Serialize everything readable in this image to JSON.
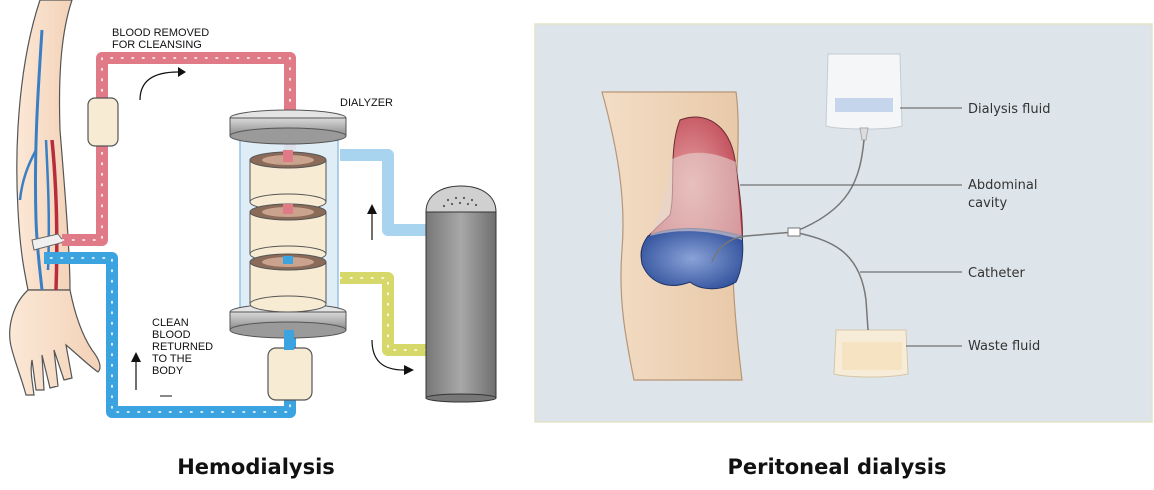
{
  "hemodialysis": {
    "caption": "Hemodialysis",
    "blood_removed_label": [
      "BLOOD REMOVED",
      "FOR CLEANSING"
    ],
    "dialyzer_label": "DIALYZER",
    "clean_blood_label": [
      "CLEAN",
      "BLOOD",
      "RETURNED",
      "TO THE",
      "BODY"
    ]
  },
  "peritoneal": {
    "caption": "Peritoneal dialysis",
    "labels": {
      "dialysis_fluid": "Dialysis fluid",
      "abdominal_cavity": [
        "Abdominal",
        "cavity"
      ],
      "catheter": "Catheter",
      "waste_fluid": "Waste fluid"
    }
  },
  "colors": {
    "blood_removed_tube": "#e07a86",
    "clean_blood_tube": "#3ba4e0",
    "dialysate_in_tube": "#a8d4f0",
    "dialysate_out_tube": "#d6d86a",
    "filter_beige": "#f7ebd3",
    "machine_gray": "#8c8c8c",
    "panel_background": "#dde5ea"
  }
}
